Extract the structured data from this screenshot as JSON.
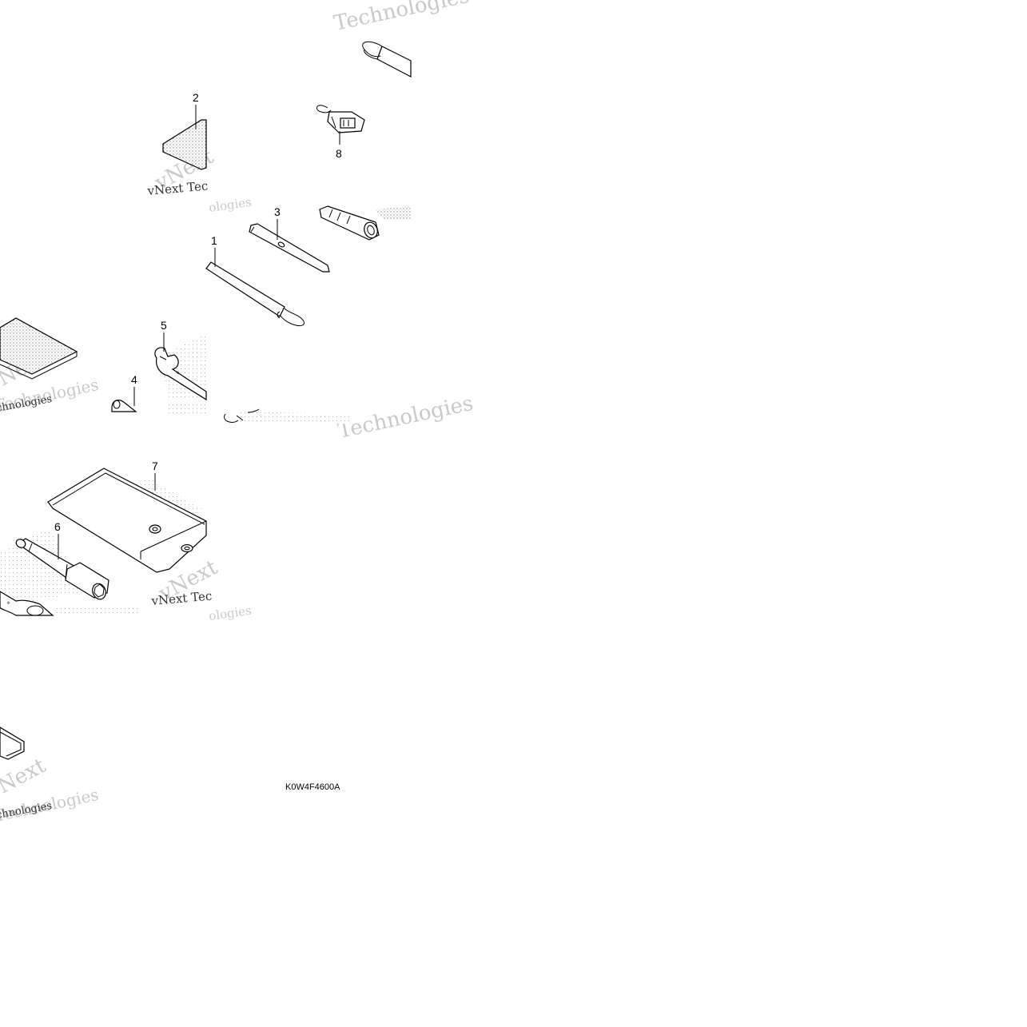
{
  "diagram": {
    "parts": [
      {
        "callout": "1"
      },
      {
        "callout": "2"
      },
      {
        "callout": "3"
      },
      {
        "callout": "4"
      },
      {
        "callout": "5"
      },
      {
        "callout": "6"
      },
      {
        "callout": "7"
      },
      {
        "callout": "8"
      }
    ],
    "reference_code": "K0W4F4600A",
    "watermark": {
      "line1": "vNext",
      "line2": "Technologies",
      "combined": "vNext Tec"
    },
    "colors": {
      "line": "#000000",
      "watermark": "#c9c9c9",
      "background": "#ffffff"
    }
  }
}
